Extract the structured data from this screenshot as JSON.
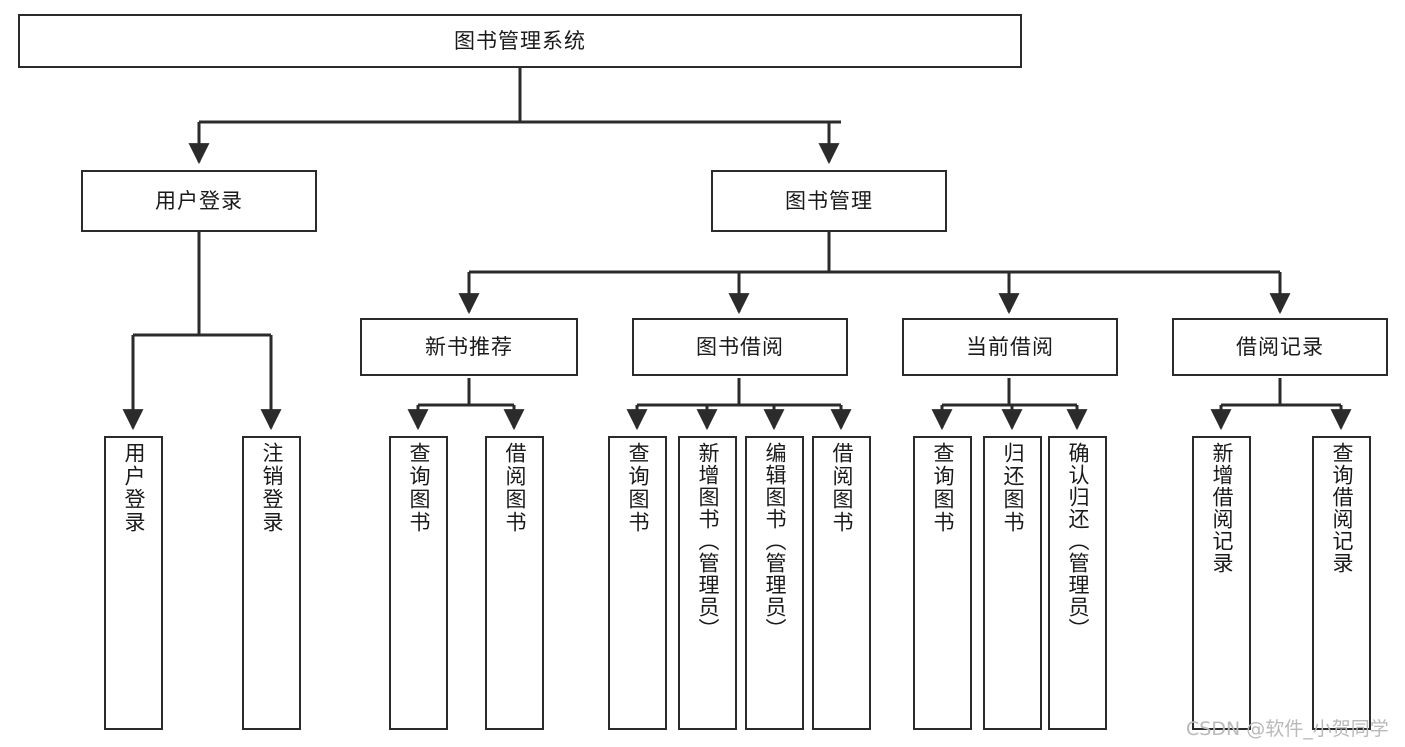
{
  "diagram": {
    "type": "tree",
    "title": "图书管理系统",
    "orientation": "top-down",
    "colors": {
      "box_border": "#2b2b2b",
      "box_fill": "#ffffff",
      "edge": "#2b2b2b",
      "text": "#1a1a1a",
      "watermark": "#b9b9b9"
    },
    "root": {
      "label": "图书管理系统"
    },
    "level2": [
      {
        "label": "用户登录"
      },
      {
        "label": "图书管理"
      }
    ],
    "level3": [
      {
        "label": "新书推荐"
      },
      {
        "label": "图书借阅"
      },
      {
        "label": "当前借阅"
      },
      {
        "label": "借阅记录"
      }
    ],
    "leaves": {
      "user_login": [
        {
          "label": "用户登录"
        },
        {
          "label": "注销登录"
        }
      ],
      "new_book_recommend": [
        {
          "label": "查询图书"
        },
        {
          "label": "借阅图书"
        }
      ],
      "book_borrow": [
        {
          "label": "查询图书"
        },
        {
          "label": "新增图书（管理员）"
        },
        {
          "label": "编辑图书（管理员）"
        },
        {
          "label": "借阅图书"
        }
      ],
      "current_borrow": [
        {
          "label": "查询图书"
        },
        {
          "label": "归还图书"
        },
        {
          "label": "确认归还（管理员）"
        }
      ],
      "borrow_record": [
        {
          "label": "新增借阅记录"
        },
        {
          "label": "查询借阅记录"
        }
      ]
    }
  },
  "watermark": {
    "text": "CSDN @软件_小贺同学"
  }
}
